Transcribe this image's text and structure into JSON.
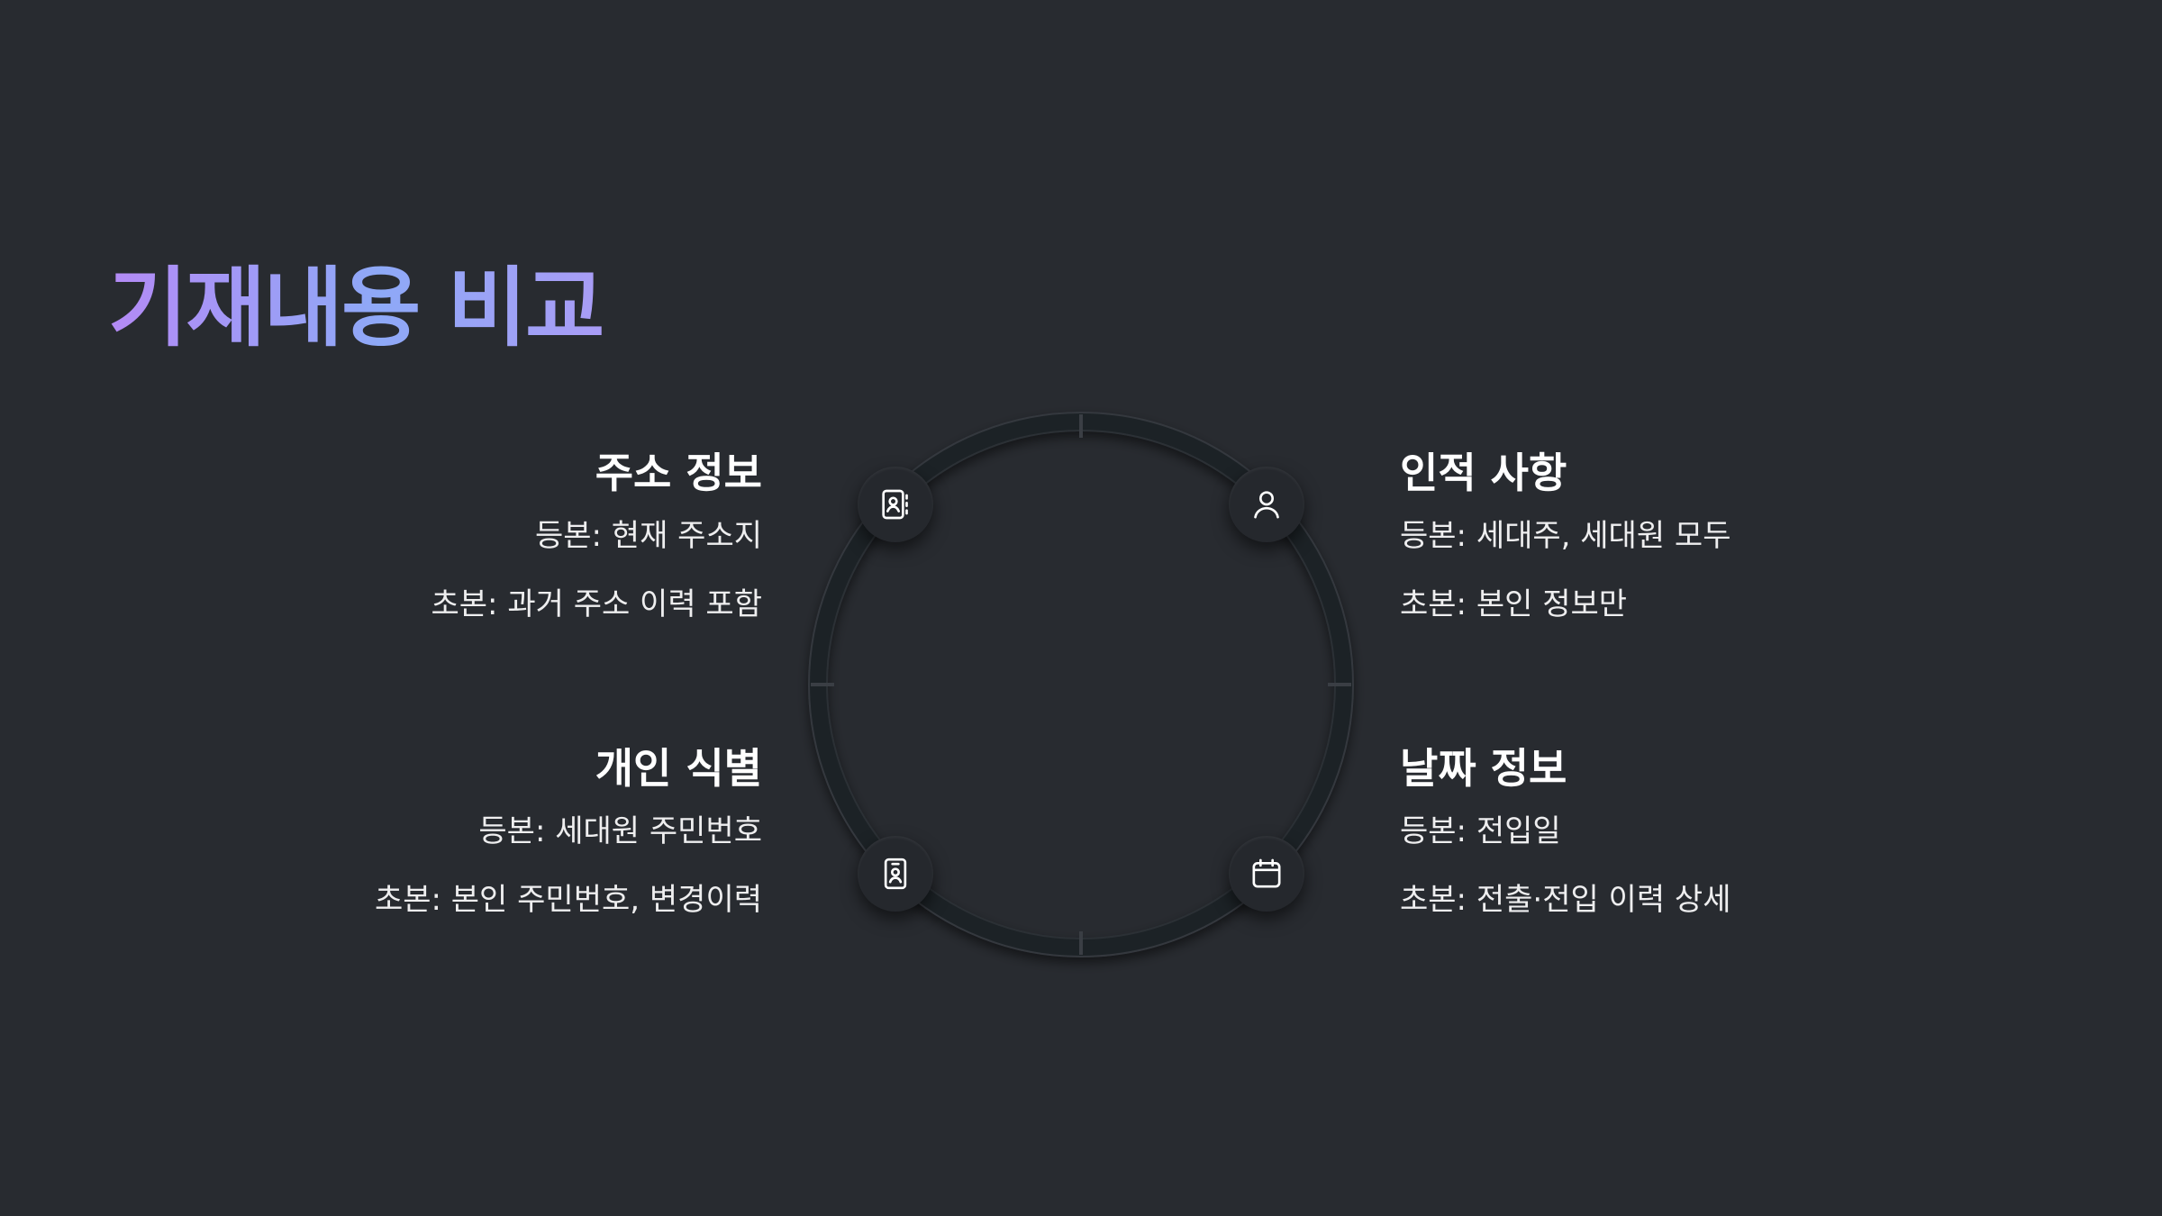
{
  "title": "기재내용 비교",
  "sections": {
    "address": {
      "heading": "주소 정보",
      "line1": "등본: 현재 주소지",
      "line2": "초본: 과거 주소 이력 포함",
      "icon": "contact-book-icon"
    },
    "personal": {
      "heading": "인적 사항",
      "line1": "등본: 세대주, 세대원 모두",
      "line2": "초본: 본인 정보만",
      "icon": "person-icon"
    },
    "identity": {
      "heading": "개인 식별",
      "line1": "등본: 세대원 주민번호",
      "line2": "초본: 본인 주민번호, 변경이력",
      "icon": "id-badge-icon"
    },
    "date": {
      "heading": "날짜 정보",
      "line1": "등본: 전입일",
      "line2": "초본: 전출·전입 이력 상세",
      "icon": "calendar-icon"
    }
  },
  "colors": {
    "background": "#282b30",
    "ring": "#1f2226",
    "title_gradient_start": "#b48af5",
    "title_gradient_end": "#8ea9f7",
    "text": "#ffffff"
  }
}
